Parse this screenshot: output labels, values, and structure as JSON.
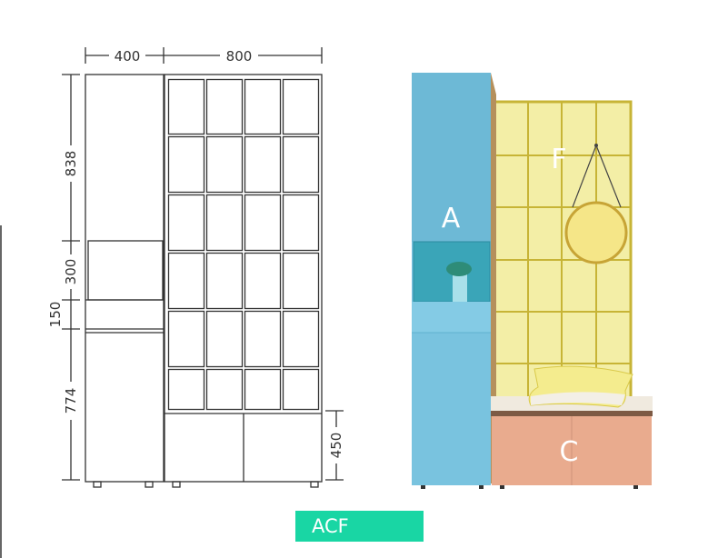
{
  "dimensions": {
    "left_width": "400",
    "right_width": "800",
    "upper_height": "838",
    "niche_height": "300",
    "drawer_height": "150",
    "lower_height": "774",
    "bench_height": "450"
  },
  "modules": {
    "cabinet_label": "A",
    "panel_label": "F",
    "bench_label": "C"
  },
  "model_badge": "ACF",
  "colors": {
    "line": "#333333",
    "cabinet": "#79c3df",
    "cabinet_shade": "#5fb0cf",
    "niche": "#3aa5b8",
    "panel": "#f3eea6",
    "panel_frame": "#c7b436",
    "bench": "#e9ab8e",
    "bench_top": "#7d5a44",
    "cushion": "#f4ec8e",
    "mirror": "#f5e688",
    "badge": "#19d6a4"
  }
}
